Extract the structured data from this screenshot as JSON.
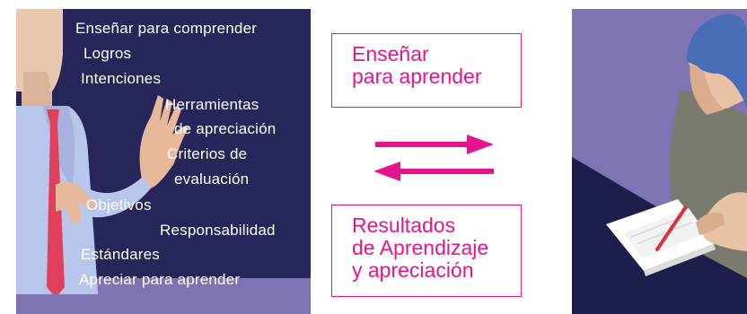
{
  "left_panel": {
    "terms": [
      "Enseñar para comprender",
      "Logros",
      "Intenciones",
      "Herramientas",
      "de apreciación",
      "Criterios de",
      "evaluación",
      "Objetivos",
      "Responsabilidad",
      "Estándares",
      "Apreciar para aprender"
    ]
  },
  "box_top": {
    "line1": "Enseñar",
    "line2": "para aprender"
  },
  "box_bottom": {
    "line1": "Resultados",
    "line2": "de Aprendizaje",
    "line3": "y apreciación"
  },
  "colors": {
    "accent": "#e5148c",
    "panel_bg": "#26265a",
    "purple": "#7f74b3"
  },
  "icons": [
    "teacher-figure",
    "student-writing-figure",
    "exchange-arrows-icon"
  ]
}
